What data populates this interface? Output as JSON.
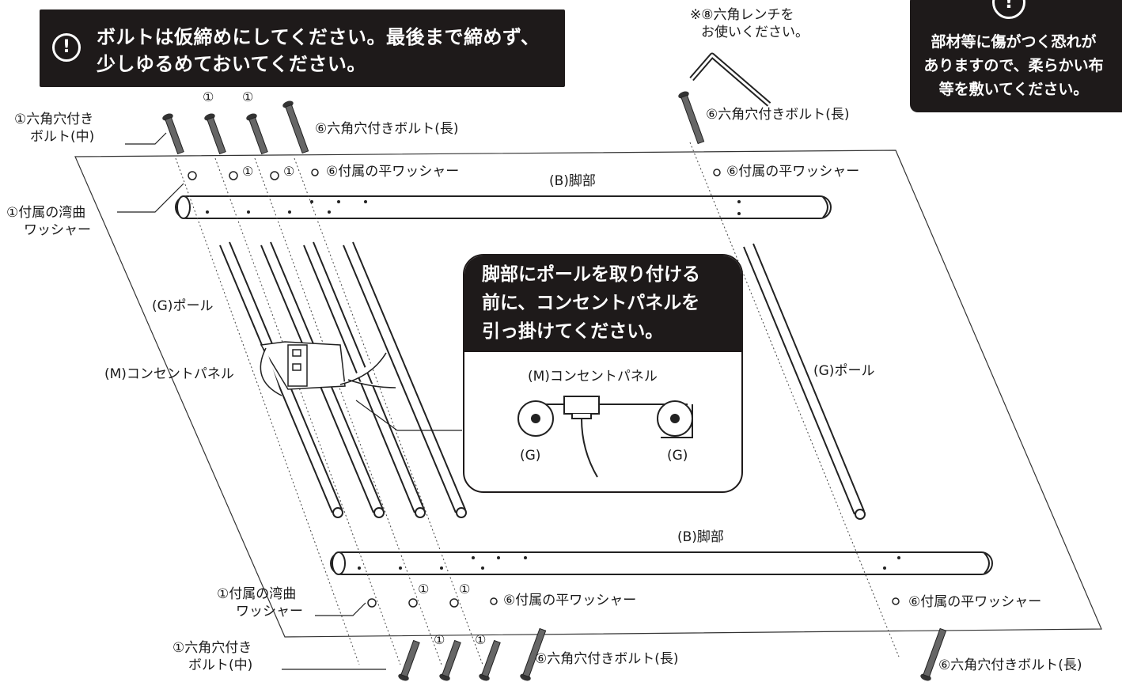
{
  "warnings": {
    "top_line1": "ボルトは仮締めにしてください。最後まで締めず、",
    "top_line2": "少しゆるめておいてください。",
    "top_icon": "!",
    "right_line1": "部材等に傷がつく恐れが",
    "right_line2": "ありますので、柔らかい布",
    "right_line3": "等を敷いてください。",
    "right_icon": "!"
  },
  "tool_note": {
    "line1": "※⑧六角レンチを",
    "line2": "お使いください。"
  },
  "labels": {
    "bolt_mid_top_1": "①六角穴付き",
    "bolt_mid_top_2": "ボルト(中)",
    "bolt_long": "⑥六角穴付きボルト(長)",
    "bolt_long_right_top": "⑥六角穴付きボルト(長)",
    "flat_washer": "⑥付属の平ワッシャー",
    "flat_washer_right_top": "⑥付属の平ワッシャー",
    "curved_washer_1": "①付属の湾曲",
    "curved_washer_2": "ワッシャー",
    "num1": "①",
    "leg_top": "(B)脚部",
    "leg_bottom": "(B)脚部",
    "pole_left": "(G)ポール",
    "pole_right": "(G)ポール",
    "panel": "(M)コンセントパネル",
    "bottom_curved_1": "①付属の湾曲",
    "bottom_curved_2": "ワッシャー",
    "bottom_flat": "⑥付属の平ワッシャー",
    "bottom_flat_right": "⑥付属の平ワッシャー",
    "bottom_bolt_mid_1": "①六角穴付き",
    "bottom_bolt_mid_2": "ボルト(中)",
    "bottom_bolt_long": "⑥六角穴付きボルト(長)",
    "bottom_bolt_long_right": "⑥六角穴付きボルト(長)"
  },
  "callout": {
    "line1": "脚部にポールを取り付ける",
    "line2": "前に、コンセントパネルを",
    "line3": "引っ掛けてください。",
    "panel_label": "(M)コンセントパネル",
    "g_left": "(G)",
    "g_right": "(G)"
  }
}
